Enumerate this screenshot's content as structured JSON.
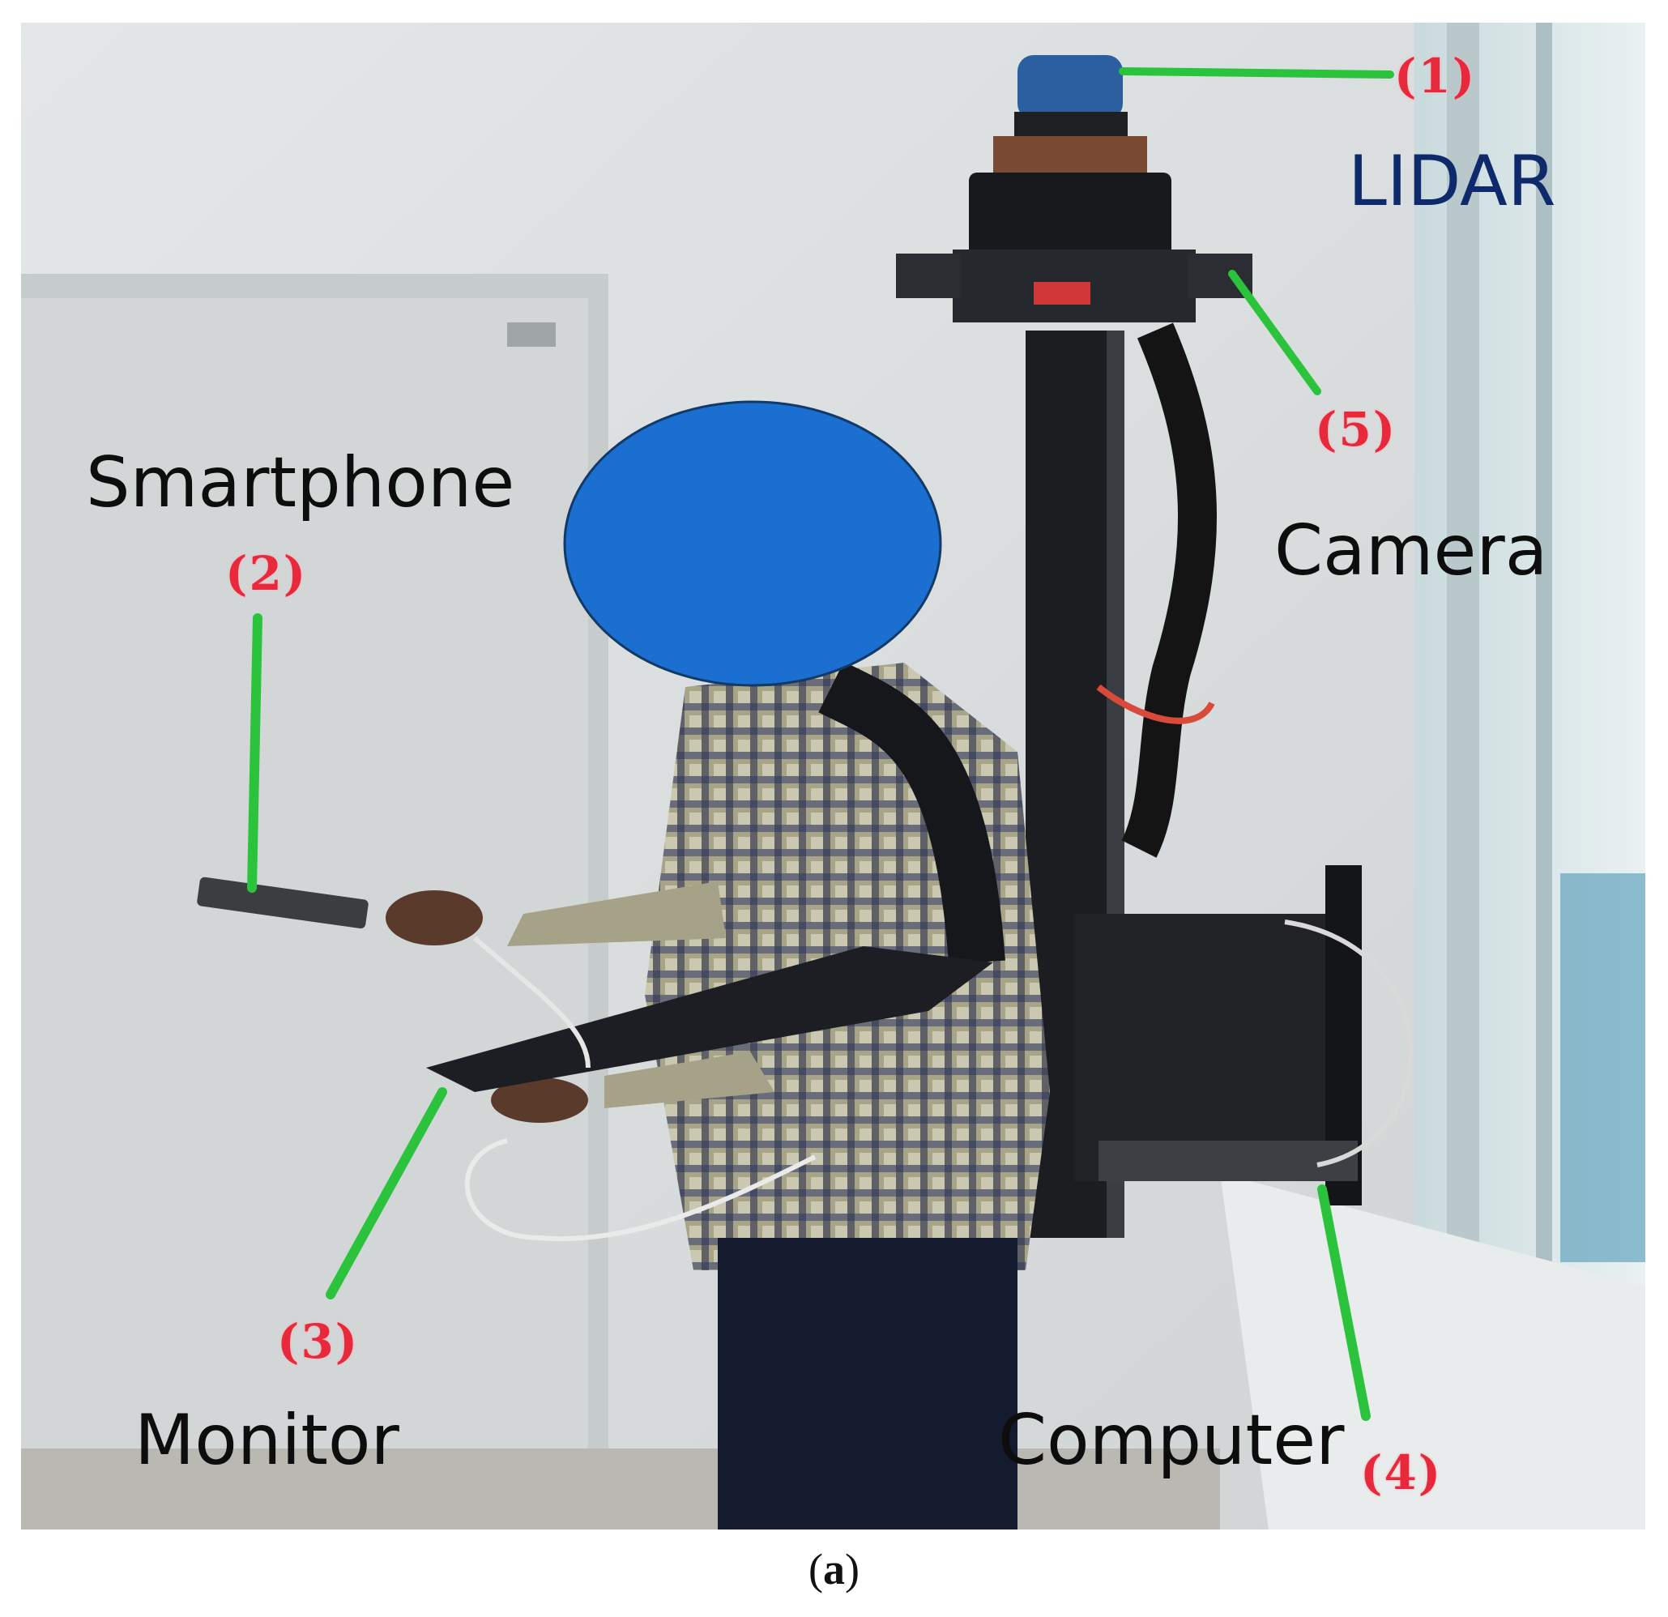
{
  "figure": {
    "labels": {
      "lidar": "LIDAR",
      "camera": "Camera",
      "smartphone": "Smartphone",
      "monitor": "Monitor",
      "computer": "Computer"
    },
    "numbers": {
      "lidar": "(1)",
      "smartphone": "(2)",
      "monitor": "(3)",
      "computer": "(4)",
      "camera": "(5)"
    },
    "caption_open": "(",
    "caption_letter": "a",
    "caption_close": ")"
  },
  "colors": {
    "lidar_label": "#0f2a6b",
    "callout_line": "#2bc33b",
    "number_red": "#e8283b",
    "face_mask": "#1a6fd0",
    "wall": "#dfe3e4",
    "door": "#cdd1d2"
  }
}
